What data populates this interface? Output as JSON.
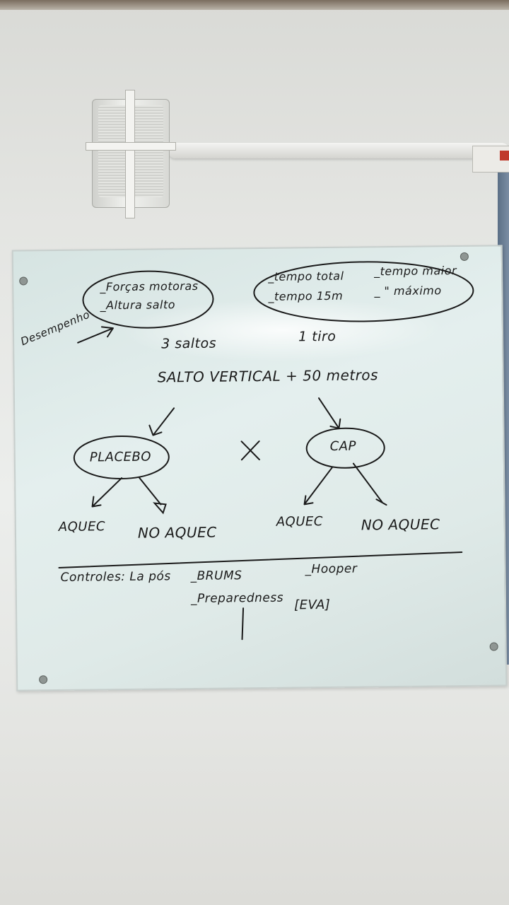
{
  "whiteboard": {
    "desempenho_label": "Desempenho",
    "left_cloud": [
      "_Forças motoras",
      "_Altura salto"
    ],
    "right_cloud_left": [
      "_tempo total",
      "_tempo 15m"
    ],
    "right_cloud_right": [
      "_tempo maior",
      "_ \" máximo"
    ],
    "left_count": "3 saltos",
    "right_count": "1 tiro",
    "headline": "SALTO VERTICAL + 50 metros",
    "group_left": "PLACEBO",
    "vs": "×",
    "group_right": "CAP",
    "leaf_1": "AQUEC",
    "leaf_2": "NO AQUEC",
    "leaf_3": "AQUEC",
    "leaf_4": "NO AQUEC",
    "controls_label": "Controles: La pós",
    "controls_items": [
      "_BRUMS",
      "_Preparedness",
      "_Hooper"
    ],
    "controls_bracket": "[EVA]"
  },
  "colors": {
    "ink": "#1a1a1a",
    "board": "#dfeae8",
    "wall": "#e6e7e4"
  }
}
